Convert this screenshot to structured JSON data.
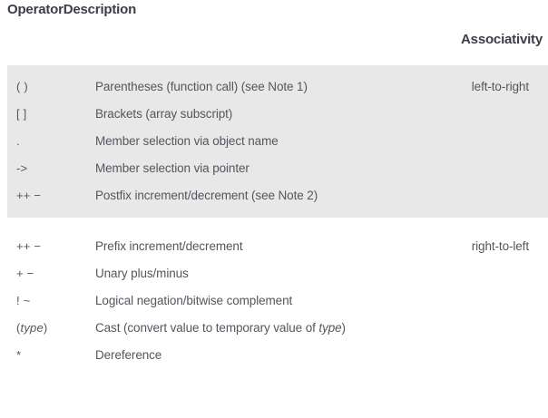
{
  "table": {
    "headers": {
      "operator": "Operator",
      "description": "Description",
      "associativity": "Associativity"
    },
    "colors": {
      "shaded_row_background": "#e8e8e8",
      "page_background": "#ffffff",
      "header_text": "#3c3c4a",
      "body_text": "#55555f"
    },
    "groups": [
      {
        "shaded": true,
        "associativity": "left-to-right",
        "rows": [
          {
            "operator": "( )",
            "description_prefix": "Parentheses (function call) (see Note 1)",
            "description_italic": "",
            "description_suffix": ""
          },
          {
            "operator": "[ ]",
            "description_prefix": "Brackets (array subscript)",
            "description_italic": "",
            "description_suffix": ""
          },
          {
            "operator": ".",
            "description_prefix": "Member selection via object name",
            "description_italic": "",
            "description_suffix": ""
          },
          {
            "operator": "->",
            "description_prefix": "Member selection via pointer",
            "description_italic": "",
            "description_suffix": ""
          },
          {
            "operator": "++ −",
            "description_prefix": "Postfix increment/decrement (see Note 2)",
            "description_italic": "",
            "description_suffix": ""
          }
        ]
      },
      {
        "shaded": false,
        "associativity": "right-to-left",
        "rows": [
          {
            "operator": "++ −",
            "description_prefix": "Prefix increment/decrement",
            "description_italic": "",
            "description_suffix": ""
          },
          {
            "operator": "+ −",
            "description_prefix": "Unary plus/minus",
            "description_italic": "",
            "description_suffix": ""
          },
          {
            "operator": "! ~",
            "description_prefix": "Logical negation/bitwise complement",
            "description_italic": "",
            "description_suffix": ""
          },
          {
            "operator_prefix": "(",
            "operator_italic": "type",
            "operator_suffix": ")",
            "description_prefix": "Cast (convert value to temporary value of ",
            "description_italic": "type",
            "description_suffix": ")"
          },
          {
            "operator": "*",
            "description_prefix": "Dereference",
            "description_italic": "",
            "description_suffix": ""
          }
        ]
      }
    ]
  }
}
